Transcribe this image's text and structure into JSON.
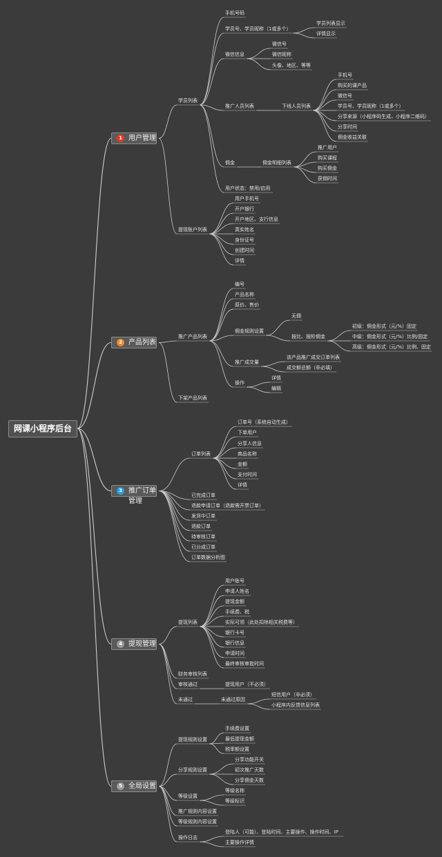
{
  "root": "网课小程序后台",
  "colors": {
    "c1": "#e23a22",
    "c2": "#e8882a",
    "c3": "#2a9ee0",
    "c4": "#9a9a9a",
    "c5": "#9a9a9a"
  },
  "n": {
    "m1": "用户管理",
    "m2": "产品列表",
    "m3": "推广订单管理",
    "m4": "提现管理",
    "m5": "全局设置",
    "b1": "1",
    "b2": "2",
    "b3": "3",
    "b4": "4",
    "b5": "5",
    "t1": "学员列表",
    "t2": "提现账户列表",
    "a1": "手机号码",
    "a2": "学员号、学员昵称（1或多个）",
    "a2a": "学员列表显示",
    "a2b": "详情显示",
    "a3": "微信信息",
    "a3a": "微信号",
    "a3b": "微信昵称",
    "a3c": "头像、地区、等等",
    "a4": "推广人员列表",
    "a4a": "下线人员列表",
    "a4a1": "手机号",
    "a4a2": "购买的课产品",
    "a4a3": "微信号",
    "a4a4": "学员号、学员昵称（1或多个）",
    "a4a5": "分享来源（小程序码生成，小程序二维码）",
    "a4a6": "分享时间",
    "a4a7": "佣金收益关联",
    "a5": "佣金",
    "a5a": "佣金明细列表",
    "a5a1": "推广用户",
    "a5a2": "购买课程",
    "a5a3": "购买佣金",
    "a5a4": "获佣时间",
    "a6": "用户状态：禁用/启用",
    "w1": "用户手机号",
    "w2": "开户银行",
    "w3": "开户地区、支行信息",
    "w4": "真实姓名",
    "w5": "身份证号",
    "w6": "创建时间",
    "w7": "详情",
    "p1": "推广产品列表",
    "p2": "下架产品列表",
    "p1a": "编号",
    "p1b": "产品名称",
    "p1c": "原价、售价",
    "p1d": "佣金规则设置",
    "p1d1": "无佣",
    "p1d2": "按比、按阶佣金",
    "p1d2a": "初级：佣金形式（元/%）固定",
    "p1d2b": "中级：佣金形式（元/%）比例/固定",
    "p1d2c": "高级：佣金形式（元/%）比例、固定",
    "p1e": "推广成交量",
    "p1e1": "该产品推广成交订单列表",
    "p1e2": "成交额总额（非必填）",
    "p1f": "操作",
    "p1f1": "详情",
    "p1f2": "编辑",
    "o1": "订单列表",
    "o1a": "订单号（系统自动生成）",
    "o1b": "下单用户",
    "o1c": "分享人信息",
    "o1d": "商品名称",
    "o1e": "金额",
    "o1f": "支付时间",
    "o1g": "详情",
    "o2": "已完成订单",
    "o3": "退款申请订单（退款需开票订单）",
    "o4": "发货中订单",
    "o5": "退款订单",
    "o6": "待审核订单",
    "o7": "已分成订单",
    "o8": "订单数据分析图",
    "x1": "提现列表",
    "x1a": "用户账号",
    "x1b": "申请人姓名",
    "x1c": "提现金额",
    "x1d": "手续费、税",
    "x1e": "实际可领（此处扣除相关税费等）",
    "x1f": "银行卡号",
    "x1g": "银行信息",
    "x1h": "申请时间",
    "x1i": "最终审核审批时间",
    "x2": "财务审核列表",
    "x3": "审核通过",
    "x3a": "提现用户（不必须）",
    "x4": "未通过",
    "x4a": "未通过原因",
    "x4a1": "短信用户（非必须）",
    "x4a2": "小程序内反馈信息列表",
    "g1": "提现规则设置",
    "g1a": "手续费设置",
    "g1b": "最低提现金额",
    "g1c": "税率额设置",
    "g2": "分享规则设置",
    "g2a": "分享功能开关",
    "g2b": "初次推广天数",
    "g2c": "分享佣金天数",
    "g3": "等级设置",
    "g3a": "等级名称",
    "g3b": "等级标识",
    "g4": "推广规则内容设置",
    "g5": "等级规则内容设置",
    "g6": "操作日志",
    "g6a": "登陆人（可能）、登陆时间、主要操作、操作时间、IP",
    "g6b": "主要操作详情"
  }
}
